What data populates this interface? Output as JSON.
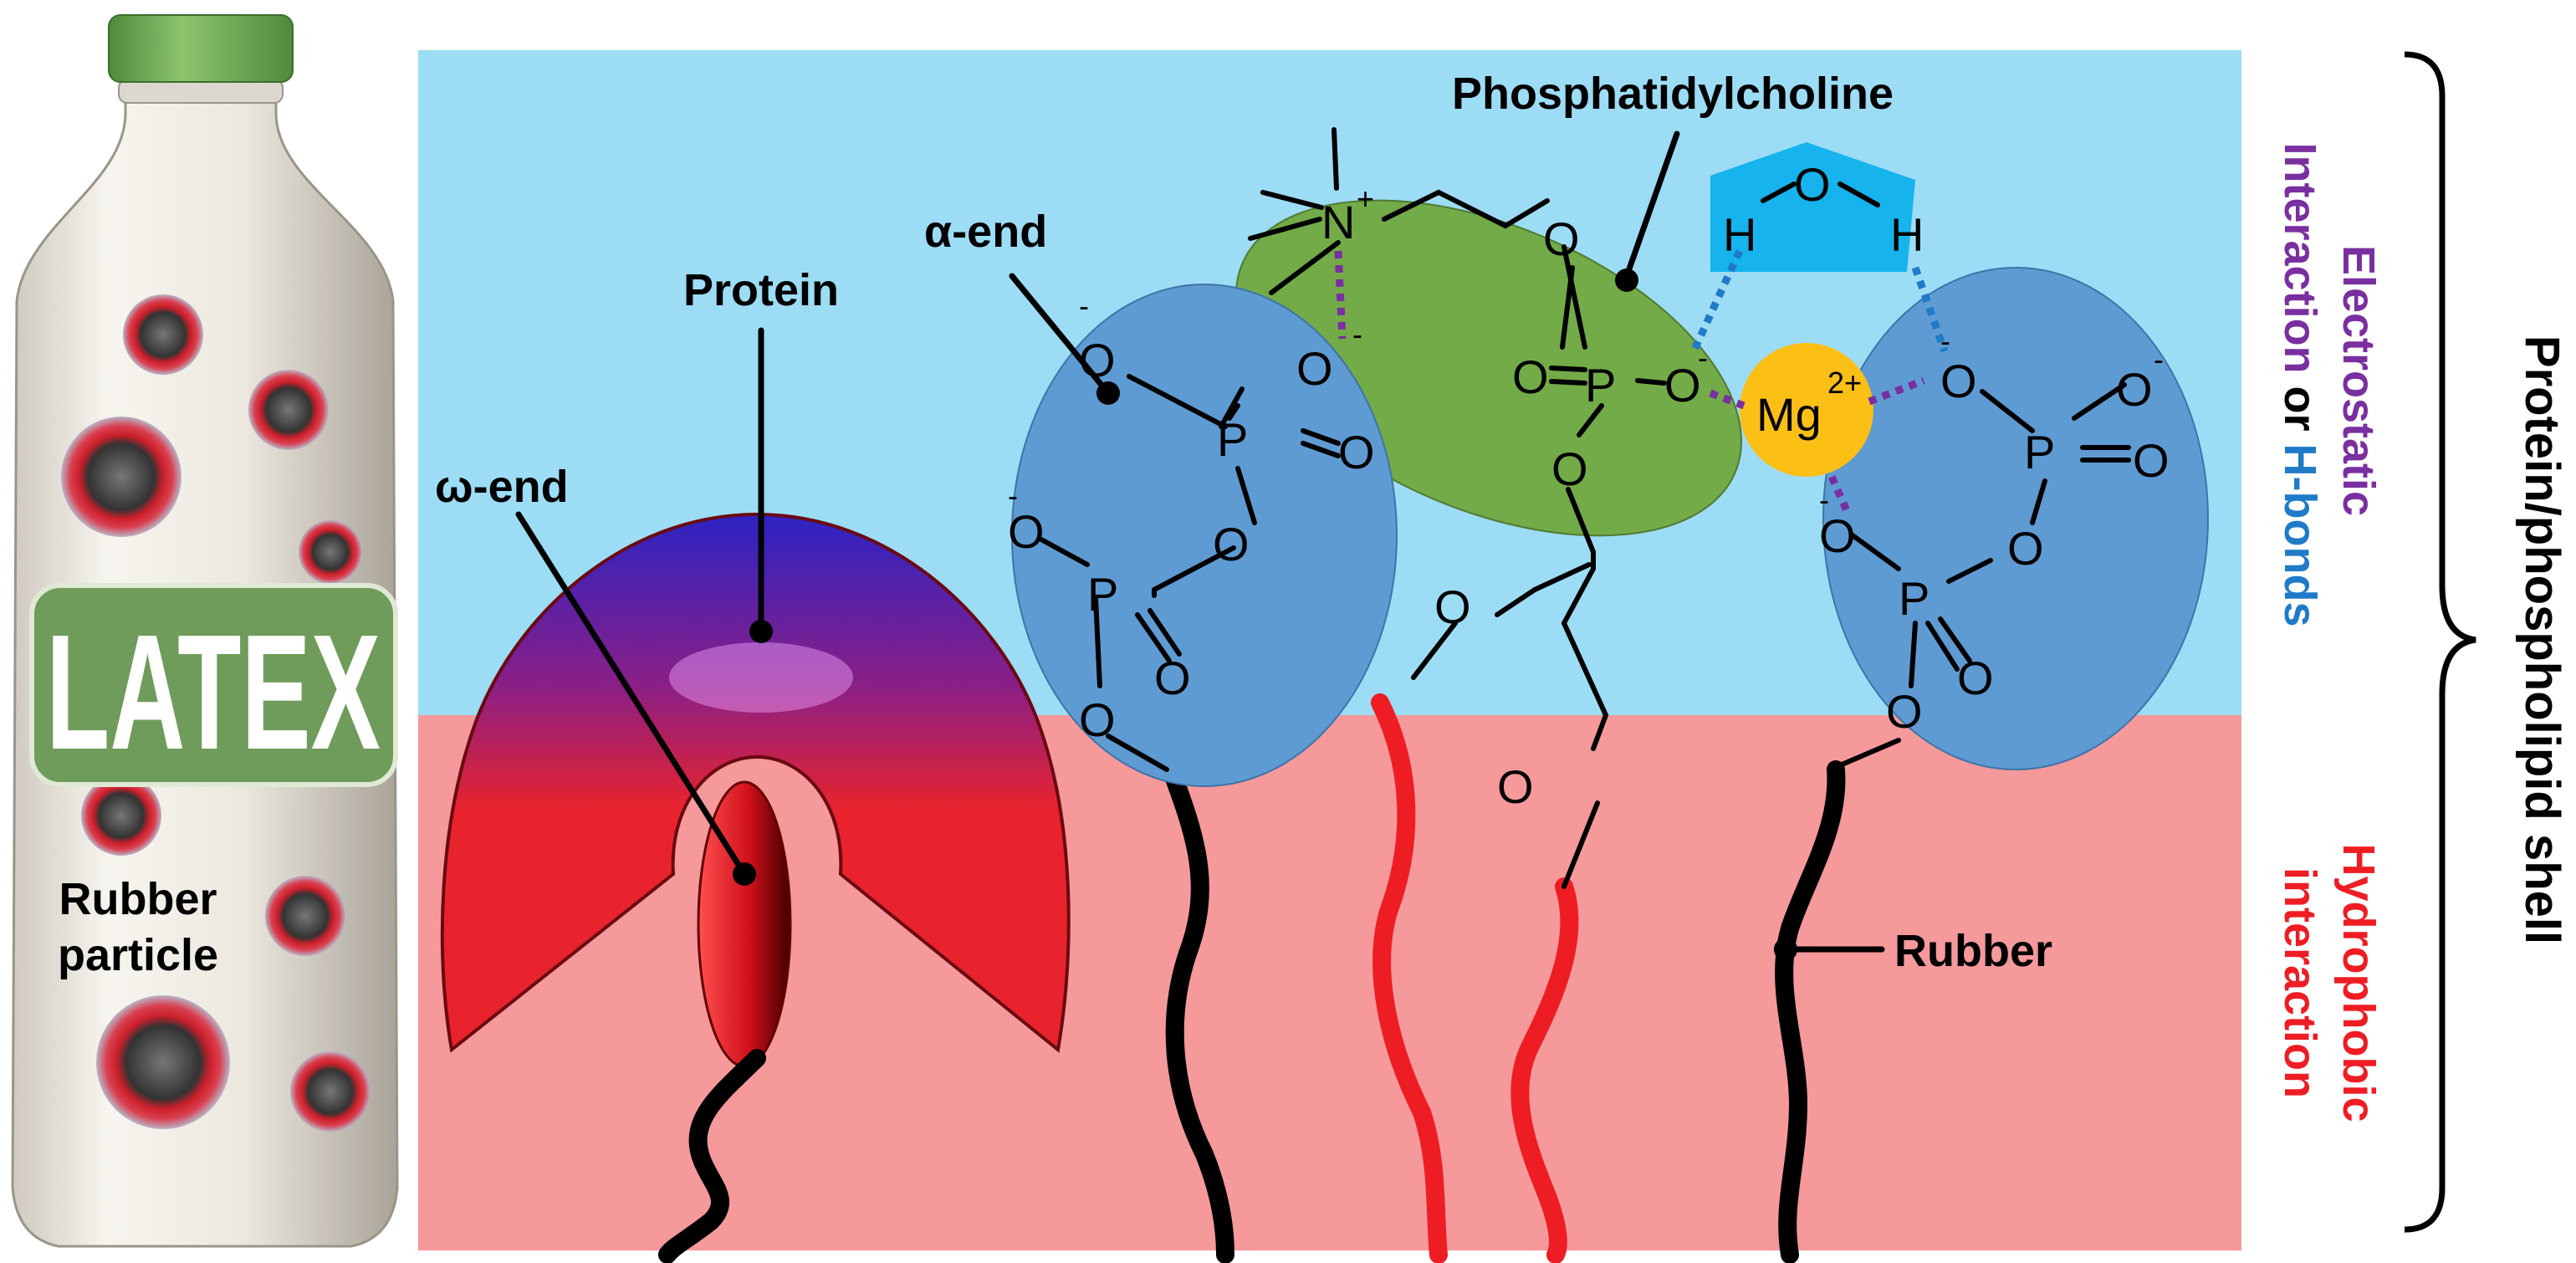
{
  "bottle": {
    "brand": "LATEX",
    "particle_label_line1": "Rubber",
    "particle_label_line2": "particle"
  },
  "labels": {
    "protein": "Protein",
    "omega_end": "ω-end",
    "alpha_end": "α-end",
    "phosphatidylcholine": "Phosphatidylcholine",
    "rubber": "Rubber"
  },
  "atoms": {
    "N": "N",
    "N_charge": "+",
    "O": "O",
    "P": "P",
    "H": "H",
    "O_minus": "-",
    "Mg": "Mg",
    "Mg_charge": "2+"
  },
  "side": {
    "electrostatic_line1": "Electrostatic",
    "electrostatic_line2a": "Interaction",
    "electrostatic_line2b": " or ",
    "electrostatic_line2c": "H-bonds",
    "hydrophobic_line1": "Hydrophobic",
    "hydrophobic_line2": "interaction",
    "shell": "Protein/phospholipid shell"
  },
  "colors": {
    "water": "#9ddcf5",
    "rubber_phase": "#f5999b",
    "phosphate": "#5f9bd3",
    "choline": "#72ab48",
    "mg": "#fbbf16",
    "water_molecule": "#17b3ec",
    "protein_red": "#e8232d",
    "protein_blue": "#2d23c3",
    "electrostatic": "#7a2fa0",
    "hbond": "#1f7ac8",
    "hydrophobic": "#ee1d24",
    "bottle_cap": "#6aaa52",
    "latex_label": "#6f9c5a"
  }
}
